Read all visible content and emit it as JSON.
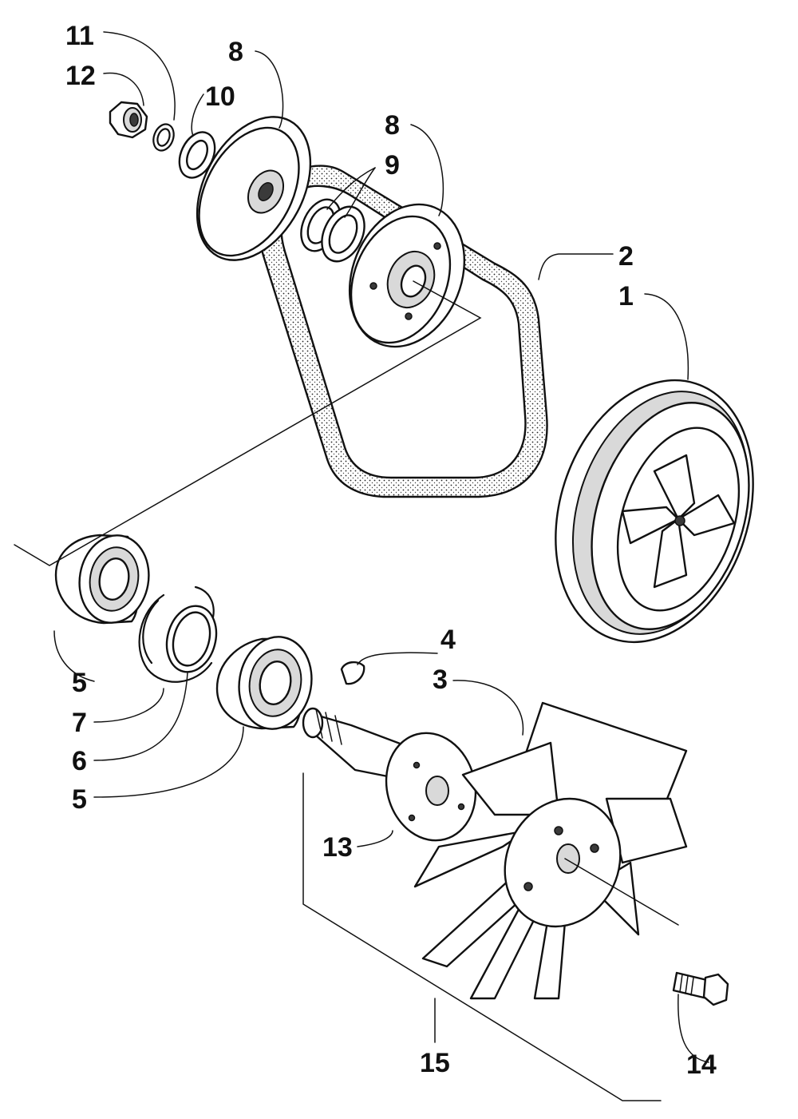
{
  "diagram": {
    "callouts": {
      "c1": "1",
      "c2": "2",
      "c3": "3",
      "c4": "4",
      "c5a": "5",
      "c5b": "5",
      "c6": "6",
      "c7": "7",
      "c8a": "8",
      "c8b": "8",
      "c9": "9",
      "c10": "10",
      "c11": "11",
      "c12": "12",
      "c13": "13",
      "c14": "14",
      "c15": "15"
    }
  }
}
